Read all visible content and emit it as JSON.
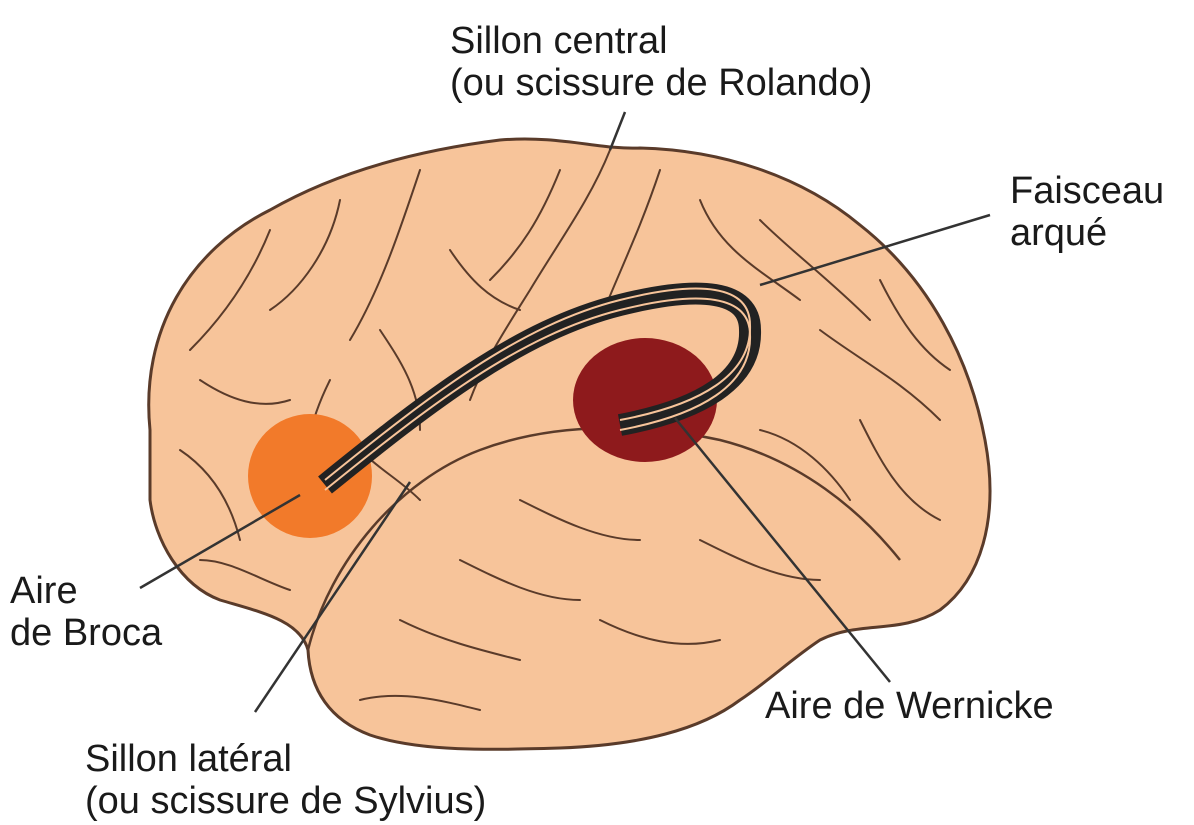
{
  "labels": {
    "central_sulcus": {
      "line1": "Sillon central",
      "line2": "(ou scissure de Rolando)"
    },
    "arcuate_fasciculus": {
      "line1": "Faisceau",
      "line2": "arqué"
    },
    "broca": {
      "line1": "Aire",
      "line2": "de Broca"
    },
    "wernicke": {
      "line1": "Aire de Wernicke"
    },
    "lateral_sulcus": {
      "line1": "Sillon latéral",
      "line2": "(ou scissure de Sylvius)"
    }
  },
  "colors": {
    "brain_fill": "#f7c49a",
    "brain_outline": "#5a3b2a",
    "broca_area": "#f27a2a",
    "wernicke_area": "#8e1a1c",
    "fasciculus": "#222222",
    "leader_line": "#333333"
  }
}
